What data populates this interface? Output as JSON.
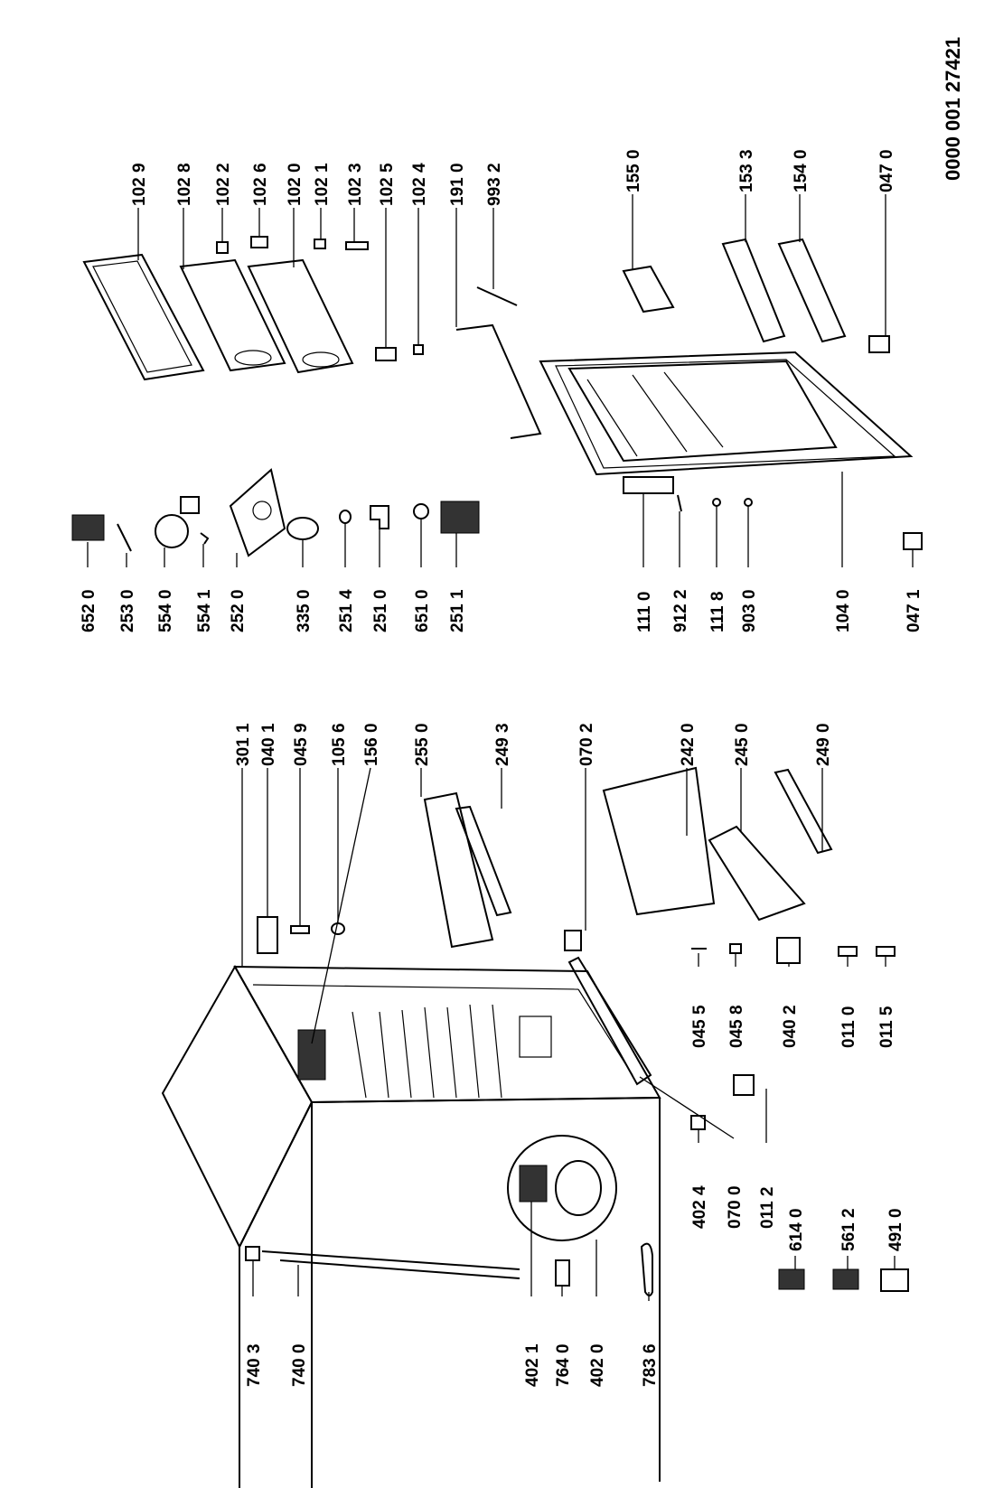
{
  "document_code": "0000 001 27421",
  "part_labels": [
    "102 9",
    "102 8",
    "102 2",
    "102 6",
    "102 0",
    "102 1",
    "102 3",
    "102 5",
    "102 4",
    "191 0",
    "993 2",
    "155 0",
    "153 3",
    "154 0",
    "047 0",
    "652 0",
    "253 0",
    "554 0",
    "554 1",
    "252 0",
    "335 0",
    "251 4",
    "251 0",
    "651 0",
    "251 1",
    "111 0",
    "912 2",
    "111 8",
    "903 0",
    "104 0",
    "047 1",
    "301 1",
    "040 1",
    "045 9",
    "105 6",
    "156 0",
    "255 0",
    "249 3",
    "070 2",
    "242 0",
    "245 0",
    "249 0",
    "045 5",
    "045 8",
    "040 2",
    "011 0",
    "011 5",
    "740 3",
    "740 0",
    "402 1",
    "764 0",
    "402 0",
    "783 6",
    "402 4",
    "070 0",
    "011 2",
    "614 0",
    "561 2",
    "491 0"
  ]
}
